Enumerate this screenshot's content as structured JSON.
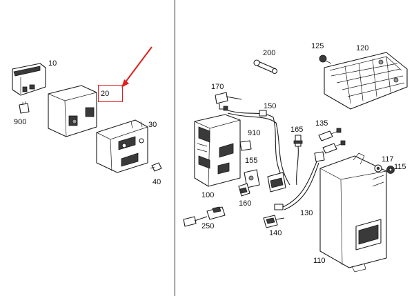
{
  "highlight": {
    "label": "20",
    "color": "#e02020"
  },
  "callouts": {
    "c10": "10",
    "c900": "900",
    "c30": "30",
    "c40": "40",
    "c200": "200",
    "c125": "125",
    "c120": "120",
    "c170": "170",
    "c150": "150",
    "c910": "910",
    "c165": "165",
    "c135": "135",
    "c155": "155",
    "c117": "117",
    "c115": "115",
    "c100": "100",
    "c160": "160",
    "c130": "130",
    "c250": "250",
    "c140": "140",
    "c110": "110"
  },
  "icons": {
    "arrow": "red-pointer-arrow-icon"
  }
}
